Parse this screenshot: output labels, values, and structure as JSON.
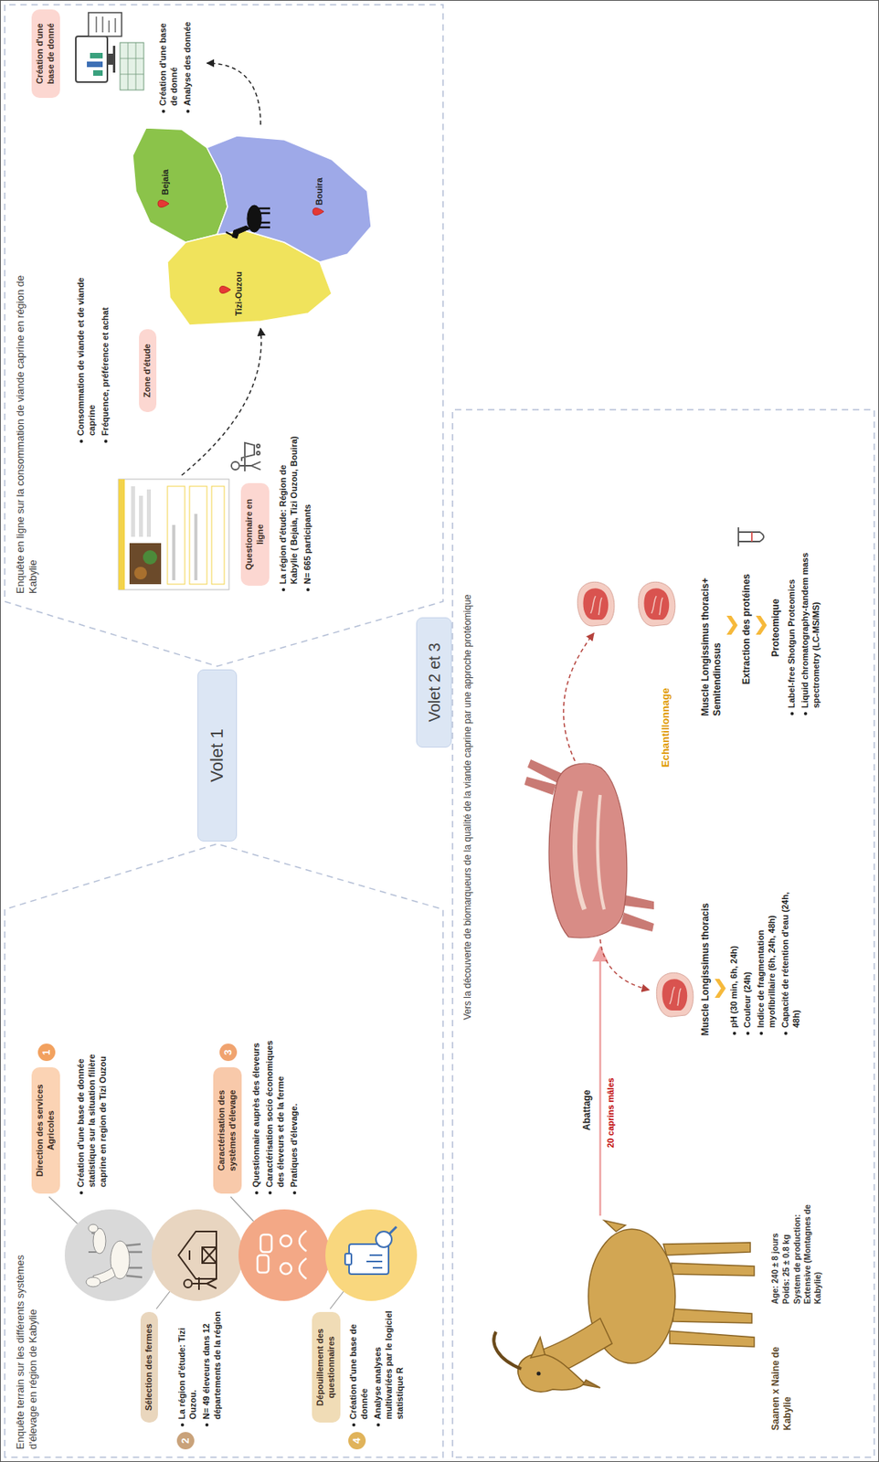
{
  "diagram": {
    "nodes": [
      {
        "text": [
          "Direction des services Agricoles"
        ]
      },
      {
        "text": [
          "Sélection des fermes"
        ]
      },
      {
        "text": [
          "Caractérisation des systèmes d'élevage"
        ]
      },
      {
        "text": [
          "Dépouillement des questionnaires"
        ]
      },
      {
        "text": [
          "Volet 1"
        ]
      },
      {
        "text": [
          "Questionnaire en ligne"
        ]
      },
      {
        "text": [
          "Zone d'étude"
        ]
      },
      {
        "text": [
          "Création d'une base de donné"
        ]
      },
      {
        "text": [
          "Volet 2 et 3"
        ]
      }
    ],
    "labels": [
      "Enquête terrain sur les différents systèmes d'élevage en région de Kabylie",
      "1",
      "Création d'une base de donnée statistique sur la situation filière caprine en region de Tizi Ouzou",
      "2",
      "La région d'étude: Tizi Ouzou.",
      "N= 49 éleveurs dans 12 départements de la région",
      "3",
      "Questionnaire auprès des éleveurs",
      "Caractérisation socio économiques des éleveurs et de la ferme",
      "Pratiques d'élevage.",
      "4",
      "Création d'une base de donnée",
      "Analyse analyses multivariées par le logiciel statistique R",
      "Enquête en ligne sur la consommation de viande caprine en région de Kabylie",
      "La région d'étude: Région de Kabylie ( Bejaia, Tizi Ouzou, Bouira)",
      "N= 665 participants",
      "Consommation de viande et de viande caprine",
      "Fréquence, préférence et achat",
      "Bejaia",
      "Tizi-Ouzou",
      "Bouira",
      "Création d'une base de donné",
      "Analyse des donnée",
      "Vers la découverte de biomarqueurs de la qualité de la viande caprine par une approche protéomique",
      "Saanen x Naine de Kabylie",
      "Age: 240 ± 8 jours",
      "Poids: 25 ± 0.8 kg",
      "System de production: Extensive (Montagnes de Kabylie)",
      "Abattage",
      "20 caprins mâles",
      "Echantillonnage",
      "Muscle Longissimus thoracis",
      "pH (30 min, 6h, 24h)",
      "Couleur (24h)",
      "Indice de fragmentation myofibrillaire (6h, 24h, 48h)",
      "Capacité de rétention d'eau (24h, 48h)",
      "Muscle Longissimus thoracis+ Semitendinosus",
      "Extraction des protéines",
      "Proteomique",
      "Label-free Shotgun Proteomics",
      "Liquid chromatography-tandem mass spectrometry (LC-MS/MS)"
    ]
  }
}
